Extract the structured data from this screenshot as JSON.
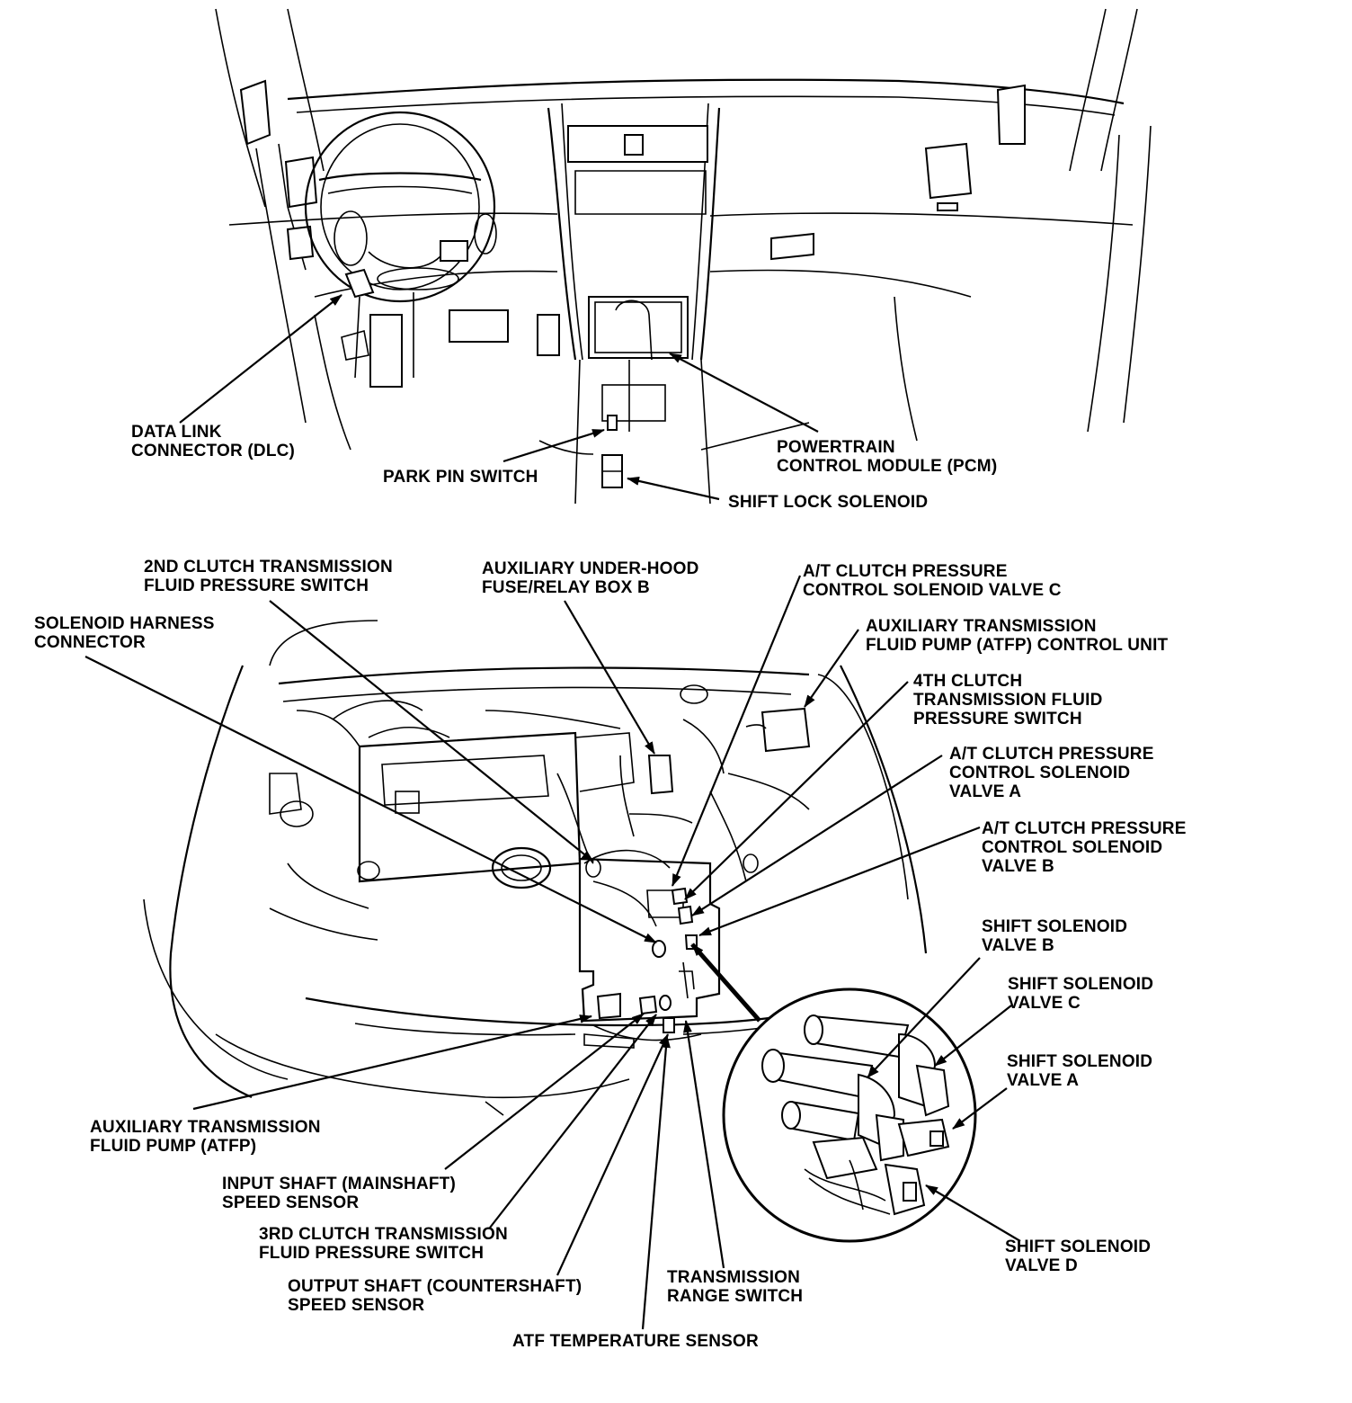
{
  "figure": {
    "labels": {
      "dlc": [
        "DATA LINK",
        "CONNECTOR (DLC)"
      ],
      "park_pin": [
        "PARK PIN SWITCH"
      ],
      "pcm": [
        "POWERTRAIN",
        "CONTROL MODULE (PCM)"
      ],
      "shift_lock": [
        "SHIFT LOCK SOLENOID"
      ],
      "clutch2_switch": [
        "2ND CLUTCH TRANSMISSION",
        "FLUID PRESSURE SWITCH"
      ],
      "aux_fuse_box": [
        "AUXILIARY UNDER-HOOD",
        "FUSE/RELAY BOX B"
      ],
      "at_valve_c": [
        "A/T CLUTCH PRESSURE",
        "CONTROL SOLENOID VALVE C"
      ],
      "solenoid_harness": [
        "SOLENOID HARNESS",
        "CONNECTOR"
      ],
      "atfp_control_unit": [
        "AUXILIARY TRANSMISSION",
        "FLUID PUMP (ATFP) CONTROL UNIT"
      ],
      "clutch4_switch": [
        "4TH CLUTCH",
        "TRANSMISSION FLUID",
        "PRESSURE SWITCH"
      ],
      "at_valve_a": [
        "A/T CLUTCH PRESSURE",
        "CONTROL SOLENOID",
        "VALVE A"
      ],
      "at_valve_b": [
        "A/T CLUTCH PRESSURE",
        "CONTROL SOLENOID",
        "VALVE B"
      ],
      "shift_valve_b": [
        "SHIFT SOLENOID",
        "VALVE B"
      ],
      "shift_valve_c": [
        "SHIFT SOLENOID",
        "VALVE C"
      ],
      "shift_valve_a": [
        "SHIFT SOLENOID",
        "VALVE A"
      ],
      "shift_valve_d": [
        "SHIFT SOLENOID",
        "VALVE D"
      ],
      "atfp": [
        "AUXILIARY TRANSMISSION",
        "FLUID PUMP (ATFP)"
      ],
      "input_shaft": [
        "INPUT SHAFT (MAINSHAFT)",
        "SPEED SENSOR"
      ],
      "clutch3_switch": [
        "3RD CLUTCH TRANSMISSION",
        "FLUID PRESSURE SWITCH"
      ],
      "output_shaft": [
        "OUTPUT SHAFT (COUNTERSHAFT)",
        "SPEED SENSOR"
      ],
      "range_switch": [
        "TRANSMISSION",
        "RANGE SWITCH"
      ],
      "atf_temp": [
        "ATF TEMPERATURE SENSOR"
      ]
    }
  }
}
